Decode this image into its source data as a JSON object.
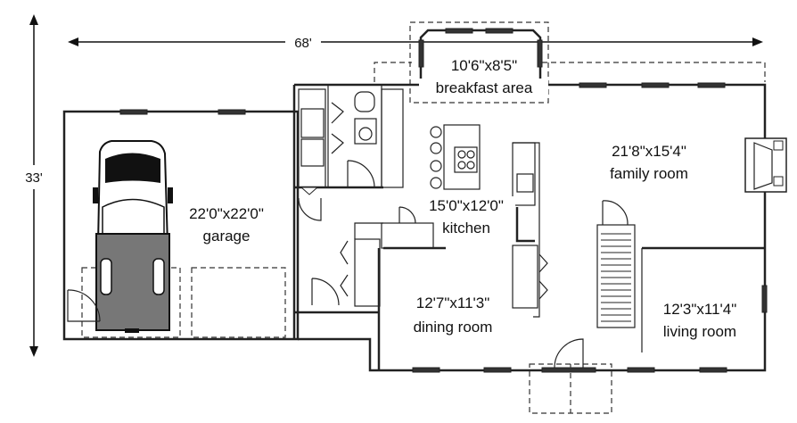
{
  "dimensions": {
    "width_label": "68'",
    "height_label": "33'"
  },
  "rooms": {
    "breakfast": {
      "size": "10'6\"x8'5\"",
      "name": "breakfast area"
    },
    "family": {
      "size": "21'8\"x15'4\"",
      "name": "family room"
    },
    "garage": {
      "size": "22'0\"x22'0\"",
      "name": "garage"
    },
    "kitchen": {
      "size": "15'0\"x12'0\"",
      "name": "kitchen"
    },
    "dining": {
      "size": "12'7\"x11'3\"",
      "name": "dining room"
    },
    "living": {
      "size": "12'3\"x11'4\"",
      "name": "living room"
    }
  }
}
